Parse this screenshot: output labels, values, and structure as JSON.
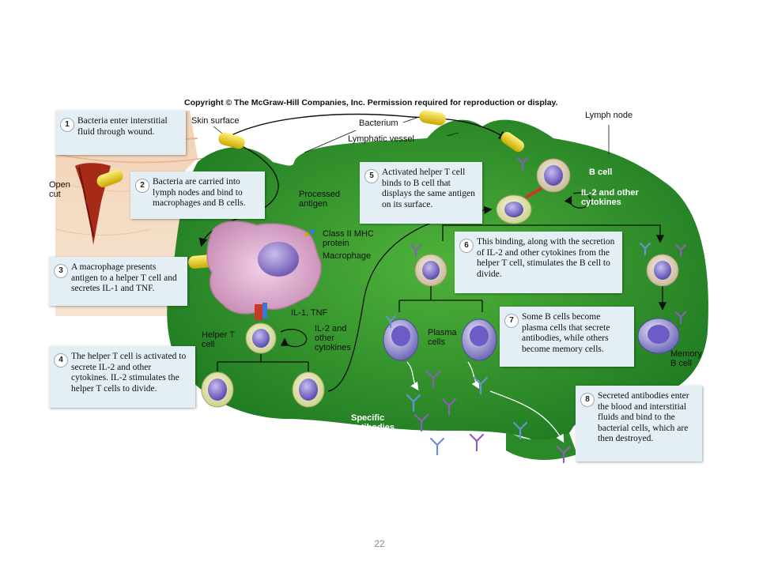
{
  "copyright": "Copyright © The McGraw-Hill Companies, Inc. Permission required for reproduction or display.",
  "steps": [
    {
      "num": "1",
      "text": "Bacteria enter interstitial fluid through wound."
    },
    {
      "num": "2",
      "text": "Bacteria are carried into lymph nodes and bind to macrophages and B cells."
    },
    {
      "num": "3",
      "text": "A macrophage presents antigen to a helper T cell and secretes IL-1 and TNF."
    },
    {
      "num": "4",
      "text": "The helper T cell is activated to secrete IL-2 and other cytokines. IL-2 stimulates the helper T cells to divide."
    },
    {
      "num": "5",
      "text": "Activated helper T cell binds to B cell that displays the same antigen on its surface."
    },
    {
      "num": "6",
      "text": "This binding, along with the secretion of IL-2 and other cytokines from the helper T cell, stimulates the B cell to divide."
    },
    {
      "num": "7",
      "text": "Some B cells become plasma cells that secrete antibodies, while others become memory cells."
    },
    {
      "num": "8",
      "text": "Secreted antibodies enter the blood and interstitial fluids and bind to the bacterial cells, which are then destroyed."
    }
  ],
  "labels": {
    "skin_surface": "Skin surface",
    "bacterium": "Bacterium",
    "lymphatic_vessel": "Lymphatic vessel",
    "lymph_node": "Lymph node",
    "open_cut": "Open cut",
    "processed_antigen": "Processed antigen",
    "class_ii_mhc": "Class II MHC protein",
    "macrophage": "Macrophage",
    "il1_tnf": "IL-1, TNF",
    "helper_t_cell": "Helper T cell",
    "il2_other_cytokines": "IL-2 and other cytokines",
    "b_cell": "B cell",
    "il2_other_cytokines_b": "IL-2 and other cytokines",
    "plasma_cells": "Plasma cells",
    "memory_b_cell": "Memory B cell",
    "specific_antibodies": "Specific antibodies"
  },
  "page_number": "22"
}
